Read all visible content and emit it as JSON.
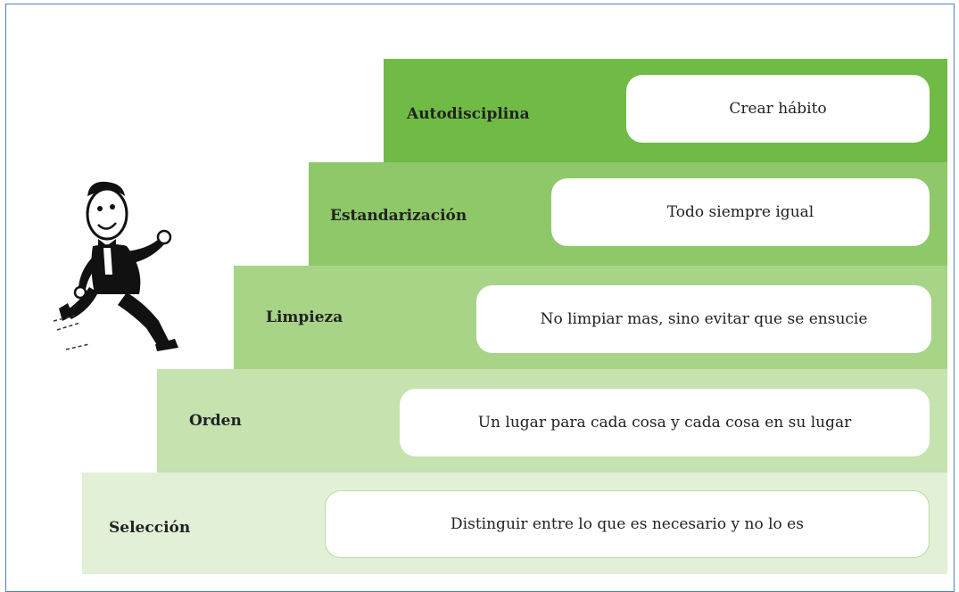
{
  "steps": [
    {
      "label": "Autodisciplina",
      "text": "Crear hábito",
      "color": "#6fbb46"
    },
    {
      "label": "Estandarización",
      "text": "Todo siempre igual",
      "color": "#8ec868"
    },
    {
      "label": "Limpieza",
      "text": "No limpiar mas, sino evitar que se ensucie",
      "color": "#a8d488"
    },
    {
      "label": "Orden",
      "text": "Un lugar para cada cosa y cada cosa en su lugar",
      "color": "#c5e2af"
    },
    {
      "label": "Selección",
      "text": "Distinguir entre lo que es necesario y no lo es",
      "color": "#e2f0d8"
    }
  ],
  "figure": {
    "icon": "running-man-icon"
  },
  "frame_color": "#4f7fbf"
}
